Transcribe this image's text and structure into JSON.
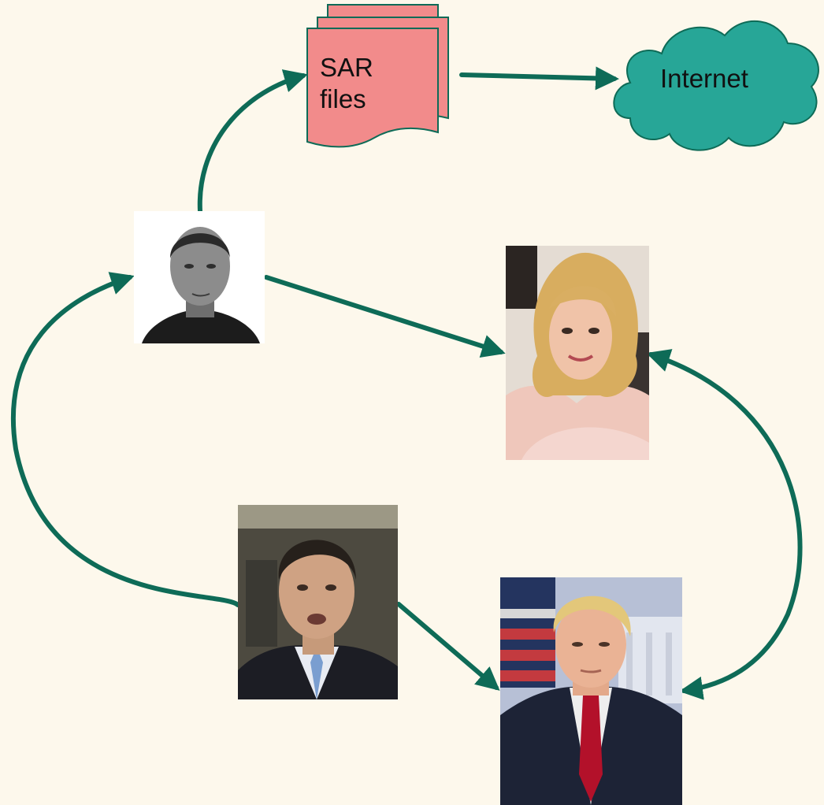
{
  "colors": {
    "background": "#fdf8ec",
    "arrow": "#0e6b57",
    "document_fill": "#f28b8b",
    "cloud_fill": "#27a697"
  },
  "nodes": {
    "sar_files": {
      "label": "SAR\nfiles",
      "icon": "stacked-documents-icon"
    },
    "internet": {
      "label": "Internet",
      "icon": "cloud-icon"
    },
    "photos": [
      {
        "name": "photo-man-black-and-white"
      },
      {
        "name": "photo-woman-blonde"
      },
      {
        "name": "photo-man-dark-suit"
      },
      {
        "name": "photo-man-red-tie"
      }
    ]
  }
}
